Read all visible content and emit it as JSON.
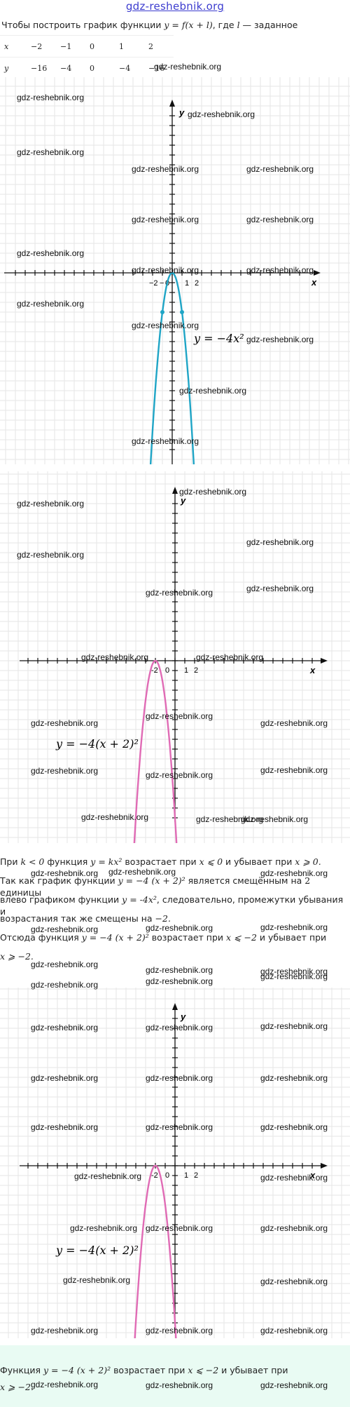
{
  "site_title": "gdz-reshebnik.org",
  "watermark": "gdz-reshebnik.org",
  "intro": {
    "before": "Чтобы построить график функции ",
    "formula": "y = f(x + l)",
    "middle": ", где ",
    "var": "l",
    "after": " — заданное"
  },
  "table": {
    "x_label": "x",
    "y_label": "y",
    "x": [
      "−2",
      "−1",
      "0",
      "1",
      "2"
    ],
    "y": [
      "−16",
      "−4",
      "0",
      "−4",
      "−16"
    ]
  },
  "graph1": {
    "x_axis": "x",
    "y_axis": "y",
    "ticks": {
      "m2": "−2",
      "m1": "−",
      "zero": "0",
      "one": "1",
      "two": "2"
    },
    "label": "y = −4x²"
  },
  "graph2": {
    "x_axis": "x",
    "y_axis": "y",
    "ticks": {
      "m2": "-2",
      "zero": "0",
      "one": "1",
      "two": "2"
    },
    "label": "y = −4(x + 2)²"
  },
  "paragraph": {
    "l1a": "При ",
    "l1m1": "k < 0",
    "l1b": " функция ",
    "l1m2": "y = kx²",
    "l1c": " возрастает при ",
    "l1m3": "x ⩽ 0",
    "l1d": " и убывает при ",
    "l1m4": "x ⩾ 0.",
    "l2a": "Так как график функции ",
    "l2m1": "y = −4 (x + 2)²",
    "l2b": " является смещённым на ",
    "l2m2": "2",
    "l2c": " единицы",
    "l3a": "влево графиком функции ",
    "l3m1": "y = -4x²",
    "l3b": ", следовательно, промежутки убывания и",
    "l4a": "возрастания так же смещены на ",
    "l4m1": "−2.",
    "l5a": "Отсюда функция ",
    "l5m1": "y = −4 (x + 2)²",
    "l5b": " возрастает при ",
    "l5m2": "x ⩽ −2",
    "l5c": " и убывает при",
    "l6m1": "x ⩾ −2."
  },
  "graph3": {
    "x_axis": "x",
    "y_axis": "y",
    "ticks": {
      "m2": "-2",
      "zero": "0",
      "one": "1",
      "two": "2"
    },
    "label": "y = −4(x + 2)²"
  },
  "conclusion": {
    "a": "Функция ",
    "m1": "y = −4 (x + 2)²",
    "b": " возрастает при ",
    "m2": "x ⩽ −2",
    "c": " и убывает при",
    "m3": "x ⩾ −2."
  },
  "colors": {
    "graph1_curve": "#1fa5c6",
    "graph2_curve": "#e06bb5",
    "band": "#e9fbf3"
  }
}
